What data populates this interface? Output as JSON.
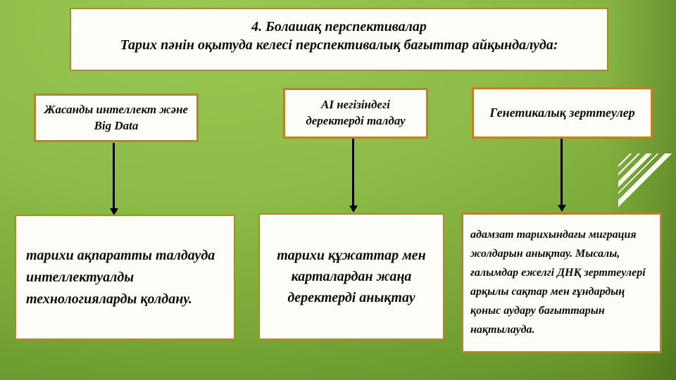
{
  "slide": {
    "kind": "presentation-slide-flow-diagram",
    "title": {
      "line1": "4. Болашақ перспективалар",
      "line2": "Тарих пәнін оқытуда келесі перспективалық бағыттар айқындалуда:"
    },
    "top_boxes": [
      {
        "label": "Жасанды интеллект және Big Data"
      },
      {
        "label": "AI негізіндегі деректерді талдау"
      },
      {
        "label": "Генетикалық зерттеулер"
      }
    ],
    "bottom_boxes": [
      {
        "label": "тарихи ақпаратты талдауда интеллектуалды технологияларды қолдану."
      },
      {
        "label": "тарихи құжаттар мен карталардан жаңа деректерді анықтау"
      },
      {
        "label": "адамзат тарихындағы миграция жолдарын анықтау. Мысалы, ғалымдар ежелгі ДНҚ зерттеулері арқылы сақтар мен ғұндардың қоныс аудару бағыттарын нақтылауда."
      }
    ],
    "connectors": {
      "count": 3,
      "direction": "down"
    },
    "colors": {
      "background_light_green": "#8cbb47",
      "background_dark_green": "#537c19",
      "box_border_orange": "#b9822b",
      "box_fill_white": "#fffdf8",
      "text_black": "#0c0c0c",
      "arrow_black": "#060606",
      "stripe_white": "#fcfcf0"
    }
  }
}
